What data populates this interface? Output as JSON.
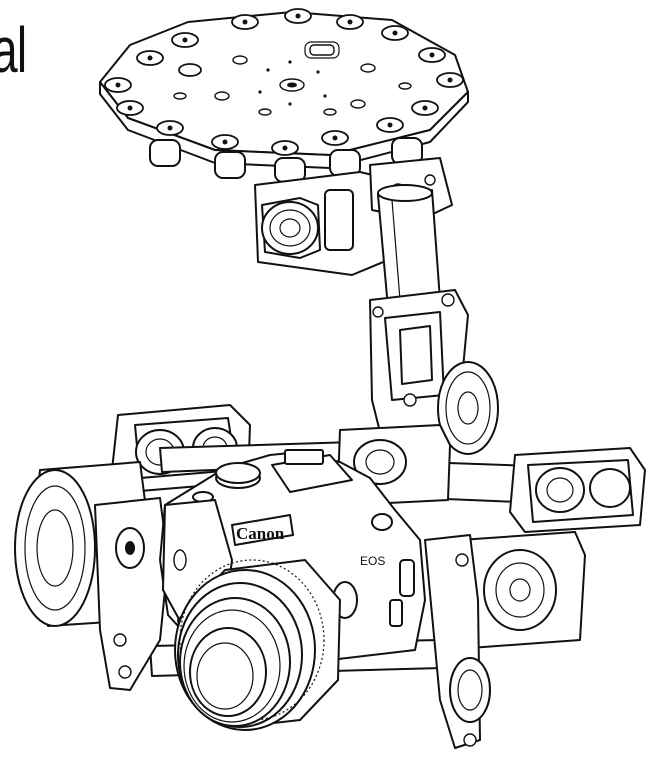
{
  "title_fragment": "al",
  "camera": {
    "brand_label": "Canon",
    "model_label": "EOS"
  },
  "colors": {
    "line": "#111111",
    "background": "#ffffff"
  }
}
